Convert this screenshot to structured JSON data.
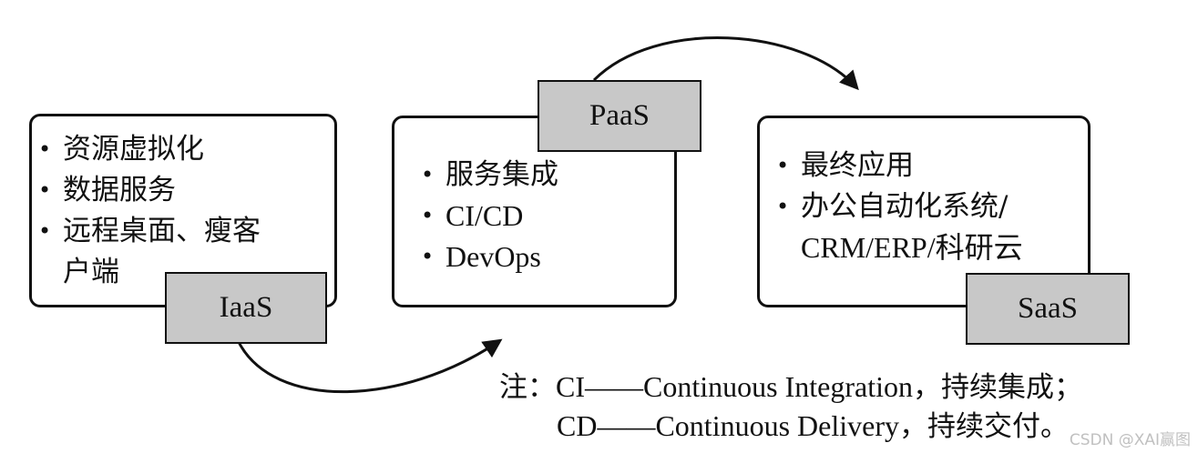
{
  "layers": {
    "iaas": {
      "label": "IaaS",
      "items": [
        "资源虚拟化",
        "数据服务",
        "远程桌面、瘦客",
        "户端"
      ]
    },
    "paas": {
      "label": "PaaS",
      "items": [
        "服务集成",
        "CI/CD",
        "DevOps"
      ]
    },
    "saas": {
      "label": "SaaS",
      "items": [
        "最终应用",
        "办公自动化系统/",
        "CRM/ERP/科研云"
      ]
    }
  },
  "bullet": "•",
  "note": {
    "prefix": "注：",
    "line1_abbr": "CI——Continuous Integration",
    "line1_cn": "，持续集成；",
    "line2_abbr": "CD——Continuous Delivery",
    "line2_cn": "，持续交付。"
  },
  "watermark": "CSDN @XAI赢图",
  "colors": {
    "tag_fill": "#c8c8c8",
    "stroke": "#111111"
  }
}
